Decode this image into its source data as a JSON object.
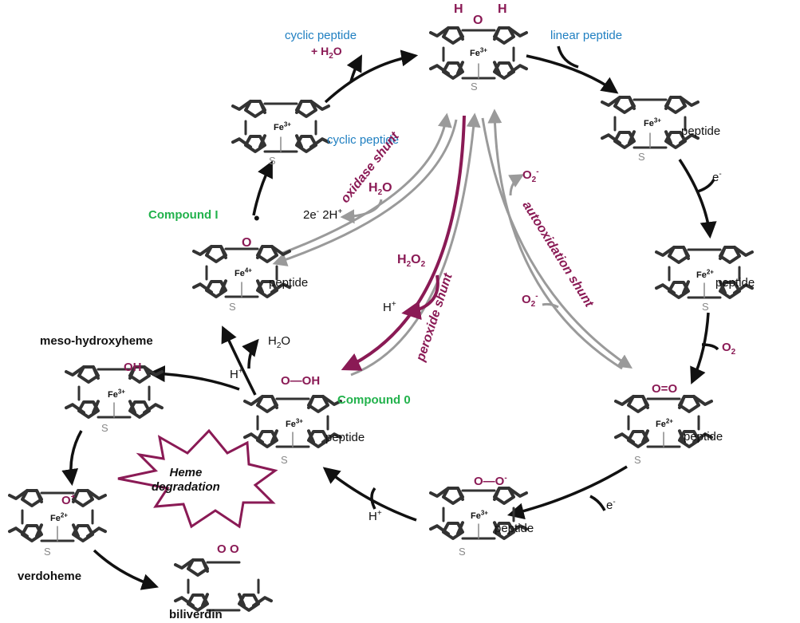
{
  "labels": {
    "linear_peptide": "linear peptide",
    "cyclic_peptide_top": "cyclic peptide",
    "plus_h2o": "+ H",
    "plus_h2o_sub": "2",
    "plus_h2o_end": "O",
    "cyclic_peptide_mid": "cyclic peptide",
    "peptide": "peptide",
    "compound_i": "Compound I",
    "compound_0": "Compound 0",
    "meso_hydroxyheme": "meso-hydroxyheme",
    "verdoheme": "verdoheme",
    "biliverdin": "biliverdin",
    "heme_degradation_1": "Heme",
    "heme_degradation_2": "degradation",
    "oxidase_shunt": "oxidase shunt",
    "peroxide_shunt": "peroxide shunt",
    "autooxidation_shunt": "autooxidation shunt",
    "e_minus": "e",
    "two_e": "2e",
    "two_h": "2H",
    "h_plus": "H",
    "h2o_a": "H",
    "h2o_b": "O",
    "o2": "O",
    "o2_minus": "O",
    "h2o2": "H",
    "minus": "-",
    "plus": "+",
    "two": "2",
    "oh": "OH",
    "o": "O",
    "h": "H",
    "s": "S"
  },
  "iron_states": {
    "fe3": "Fe",
    "fe3_charge": "3+",
    "fe2": "Fe",
    "fe2_charge": "2+",
    "fe4": "Fe",
    "fe4_charge": "4+"
  },
  "colors": {
    "main_arrow": "#111111",
    "shunt_arrow": "#8a1a55",
    "gray_arrow": "#9a9a9a",
    "heme": "#333333",
    "blue_text": "#1f7fc1",
    "green_text": "#22b24c",
    "plum_text": "#8a1a55"
  }
}
